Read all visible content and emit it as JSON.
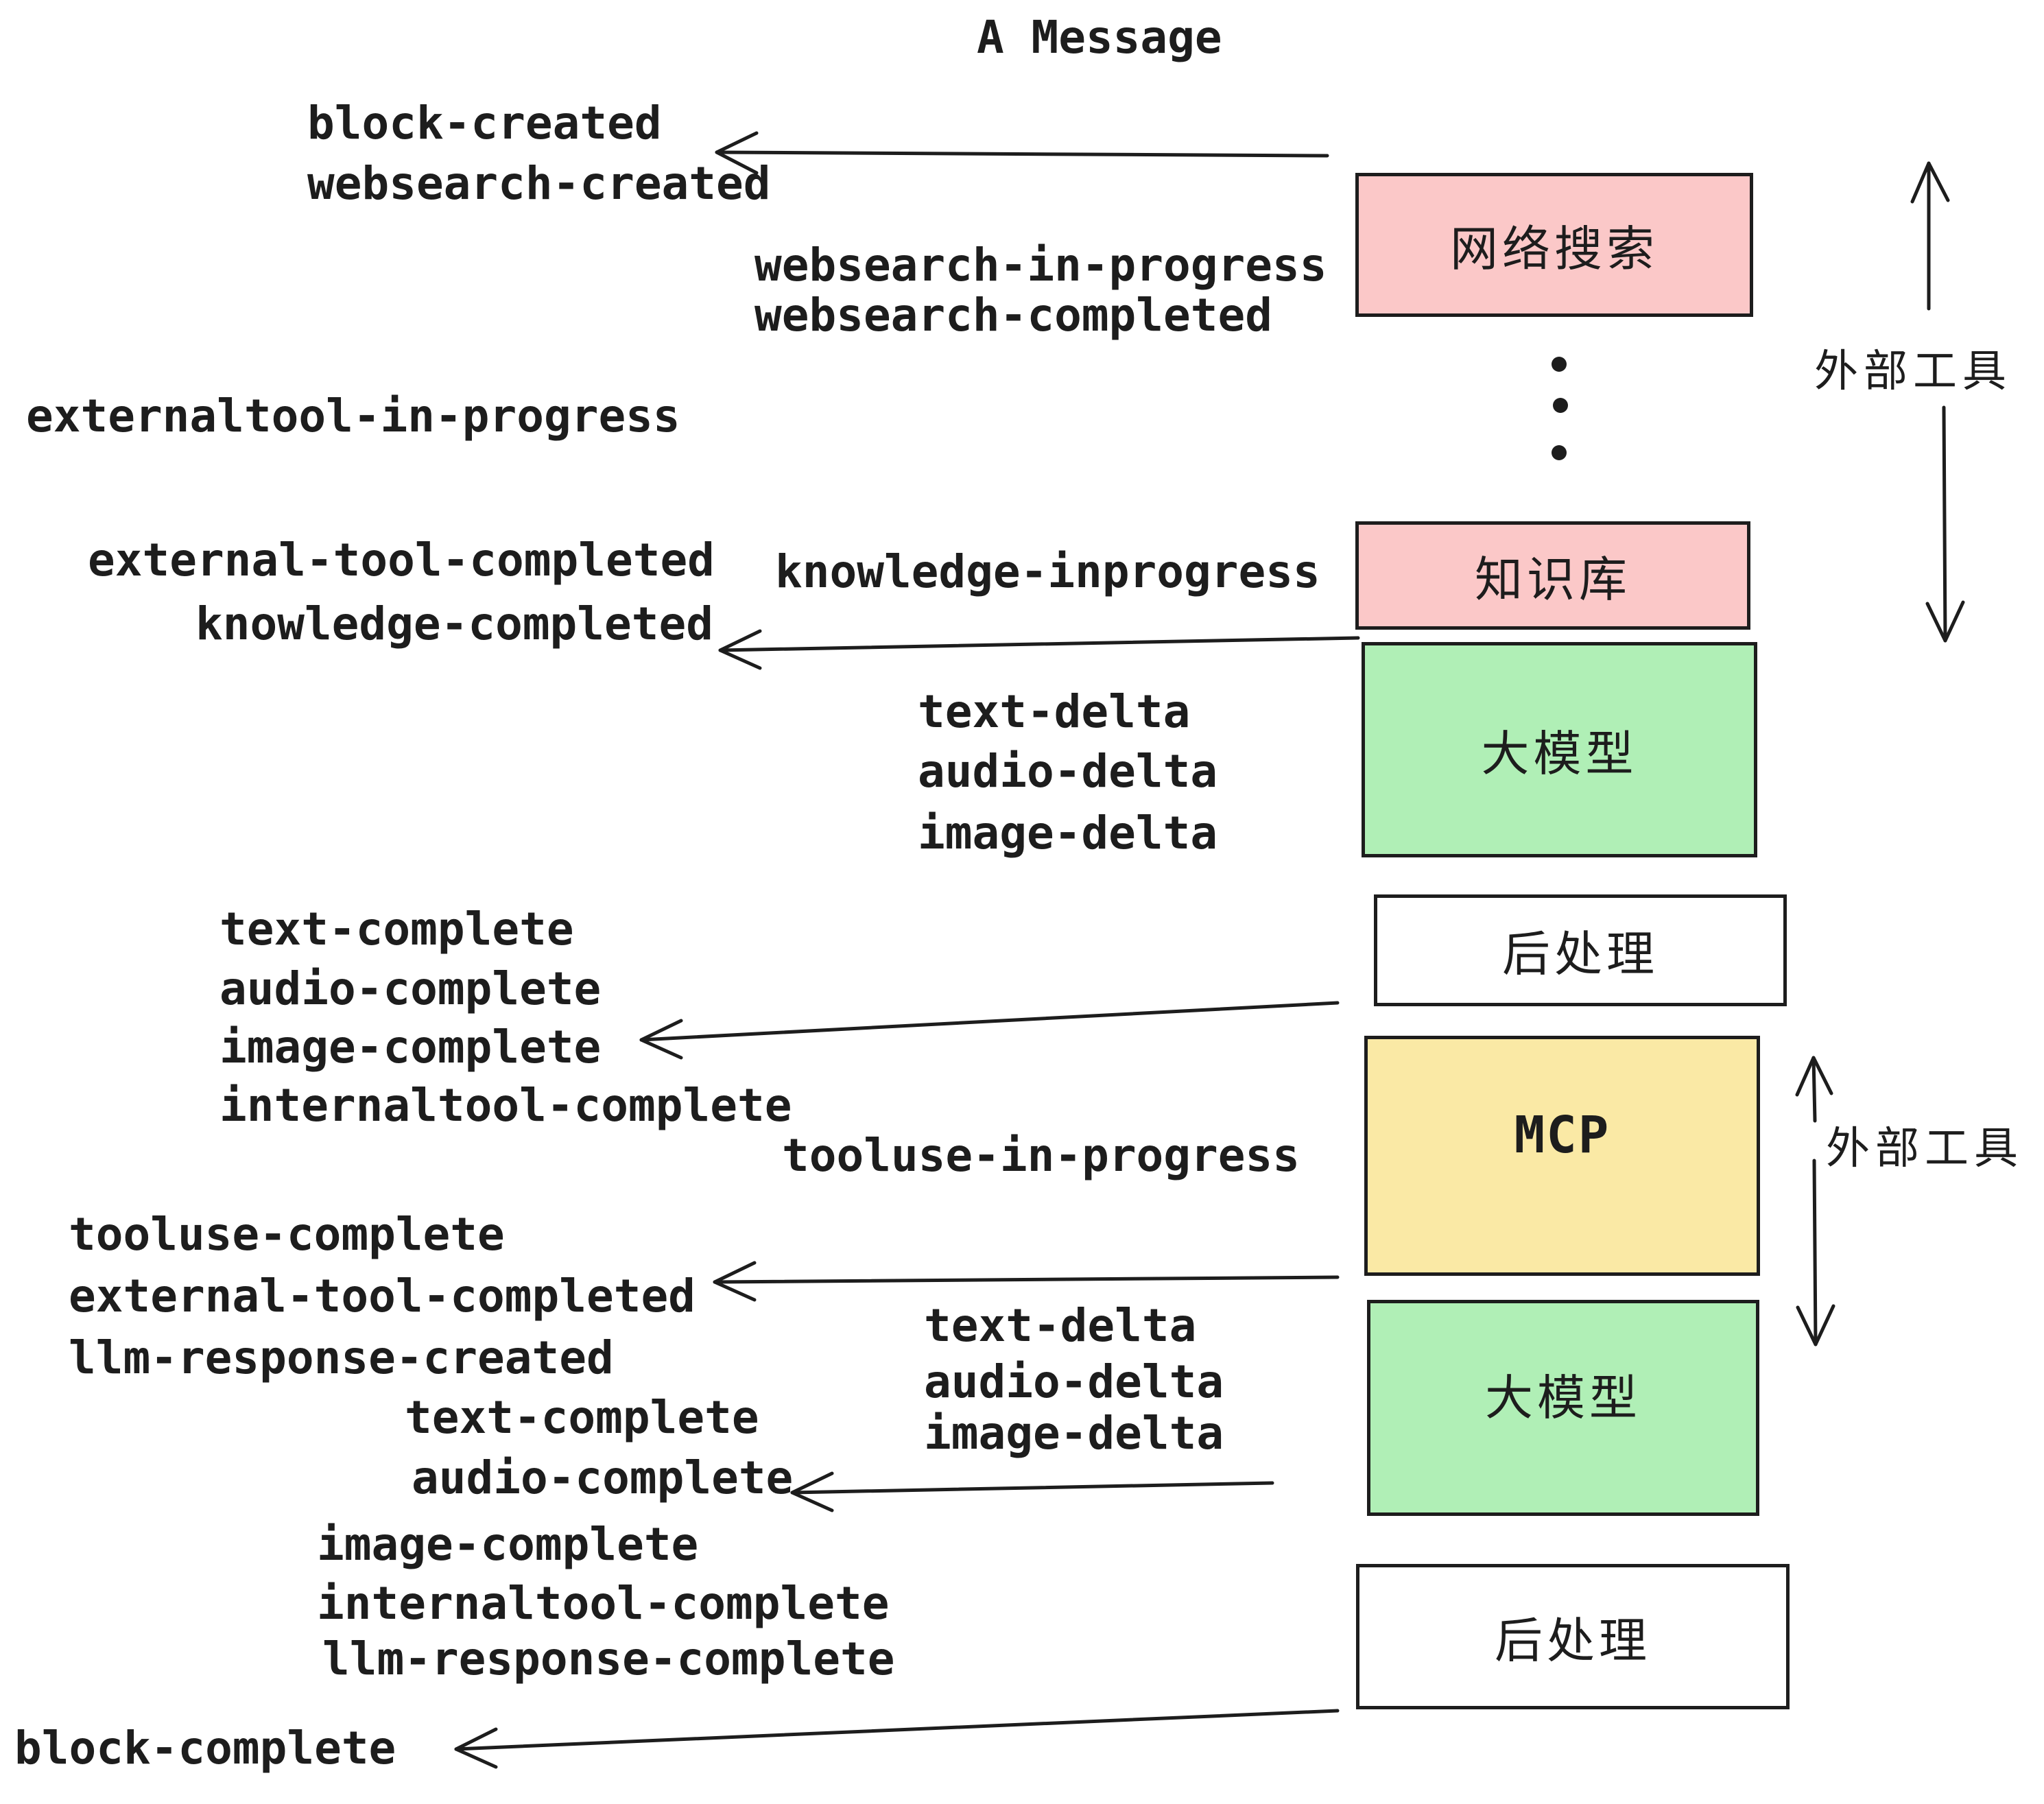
{
  "title": "A Message",
  "events": {
    "block_created": "block-created",
    "websearch_created": "websearch-created",
    "websearch_in_progress": "websearch-in-progress",
    "websearch_completed": "websearch-completed",
    "externaltool_in_progress": "externaltool-in-progress",
    "knowledge_inprogress": "knowledge-inprogress",
    "external_tool_completed_top": "external-tool-completed",
    "knowledge_completed": "knowledge-completed",
    "text_delta_top": "text-delta",
    "audio_delta_top": "audio-delta",
    "image_delta_top": "image-delta",
    "text_complete_top": "text-complete",
    "audio_complete_top": "audio-complete",
    "image_complete_top": "image-complete",
    "internaltool_complete_top": "internaltool-complete",
    "tooluse_in_progress": "tooluse-in-progress",
    "tooluse_complete": "tooluse-complete",
    "external_tool_completed_bottom": "external-tool-completed",
    "llm_response_created": "llm-response-created",
    "text_complete_bottom": "text-complete",
    "audio_complete_bottom": "audio-complete",
    "image_complete_bottom": "image-complete",
    "internaltool_complete_bottom": "internaltool-complete",
    "llm_response_complete": "llm-response-complete",
    "block_complete": "block-complete"
  },
  "boxes": [
    {
      "id": "websearch",
      "label": "网络搜索",
      "color": "#fbc8c8"
    },
    {
      "id": "knowledge",
      "label": "知识库",
      "color": "#fbc8c8"
    },
    {
      "id": "llm_top",
      "label": "大模型",
      "color": "#b0efb6"
    },
    {
      "id": "postprocess_top",
      "label": "后处理",
      "color": "#ffffff"
    },
    {
      "id": "mcp",
      "label": "MCP",
      "color": "#fae9a5"
    },
    {
      "id": "llm_bottom",
      "label": "大模型",
      "color": "#b0efb6"
    },
    {
      "id": "postprocess_bottom",
      "label": "后处理",
      "color": "#ffffff"
    }
  ],
  "side_labels": {
    "external_tools_top": "外部工具",
    "external_tools_bottom": "外部工具"
  },
  "colors": {
    "pink": "#fbc8c8",
    "green": "#b0efb6",
    "yellow": "#fae9a5",
    "box_border": "#1d1d1d",
    "text": "#1d1d1d",
    "background": "#ffffff"
  },
  "decorations": {
    "ellipsis_dots": 3
  }
}
